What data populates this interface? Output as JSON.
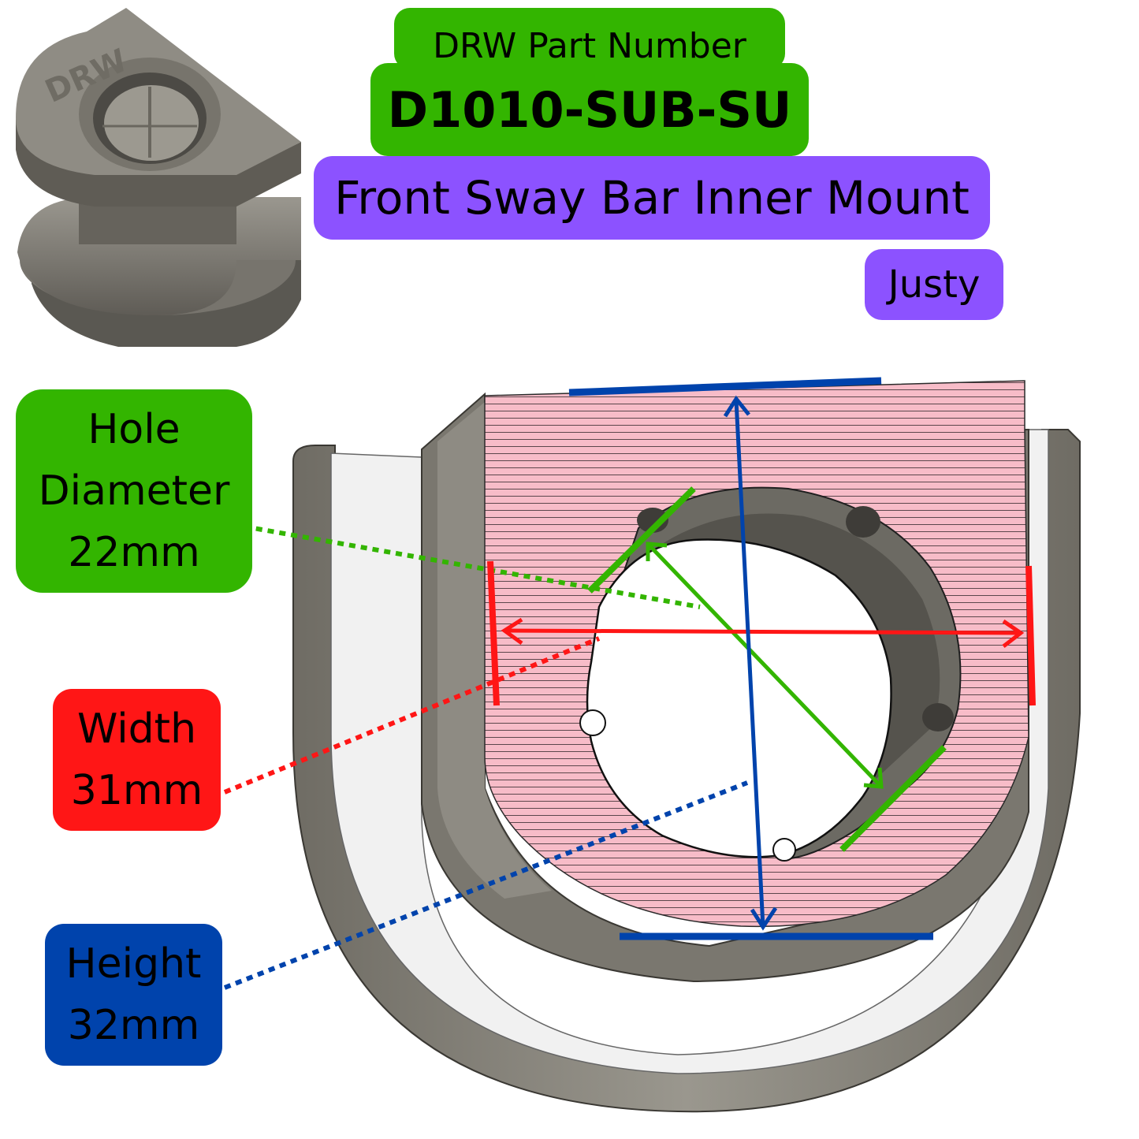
{
  "header": {
    "caption": "DRW Part Number",
    "part_number": "D1010-SUB-SU",
    "description": "Front Sway Bar Inner Mount",
    "vehicle": "Justy"
  },
  "dimensions": {
    "hole": {
      "line1": "Hole",
      "line2": "Diameter",
      "line3": "22mm",
      "color": "#33b500"
    },
    "width": {
      "line1": "Width",
      "line2": "31mm",
      "color": "#ff1616"
    },
    "height": {
      "line1": "Height",
      "line2": "32mm",
      "color": "#0043ac"
    }
  },
  "logo_text": "DRW",
  "colors": {
    "green": "#33b500",
    "purple": "#8c52ff",
    "red": "#ff1616",
    "blue": "#0043ac",
    "face_pink": "#f5b8c4",
    "body_grey": "#8a877e"
  }
}
